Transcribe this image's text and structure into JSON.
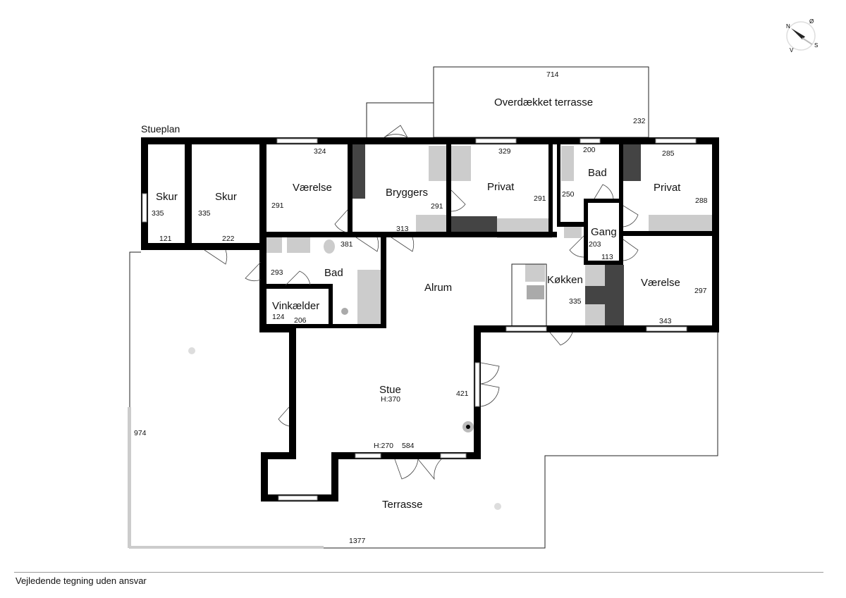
{
  "plan_title": "Stueplan",
  "footer": "Vejledende tegning uden ansvar",
  "compass": {
    "n": "N",
    "e": "Ø",
    "s": "S",
    "w": "V"
  },
  "rooms": {
    "skur1": {
      "name": "Skur",
      "d1": "335",
      "d2": "121"
    },
    "skur2": {
      "name": "Skur",
      "d1": "335",
      "d2": "222"
    },
    "vaerelse1": {
      "name": "Værelse",
      "d1": "324",
      "d2": "291"
    },
    "bryggers": {
      "name": "Bryggers",
      "d1": "291",
      "d2": "313"
    },
    "privat1": {
      "name": "Privat",
      "d1": "329",
      "d2": "291"
    },
    "bad1": {
      "name": "Bad",
      "d1": "200",
      "d2": "250"
    },
    "privat2": {
      "name": "Privat",
      "d1": "285",
      "d2": "288"
    },
    "gang": {
      "name": "Gang",
      "d1": "203",
      "d2": "113"
    },
    "bad2": {
      "name": "Bad",
      "d1": "381",
      "d2": "293"
    },
    "vinkaelder": {
      "name": "Vinkælder",
      "d1": "124",
      "d2": "206"
    },
    "alrum": {
      "name": "Alrum"
    },
    "koekken": {
      "name": "Køkken",
      "d1": "335"
    },
    "vaerelse2": {
      "name": "Værelse",
      "d1": "297",
      "d2": "343"
    },
    "stue": {
      "name": "Stue",
      "height": "H:370",
      "d1": "421",
      "d2": "584",
      "window_height": "H:270"
    },
    "terrasse": {
      "name": "Terrasse",
      "d1": "974",
      "d2": "1377"
    },
    "overdaekket": {
      "name": "Overdækket terrasse",
      "d1": "714",
      "d2": "232"
    }
  }
}
